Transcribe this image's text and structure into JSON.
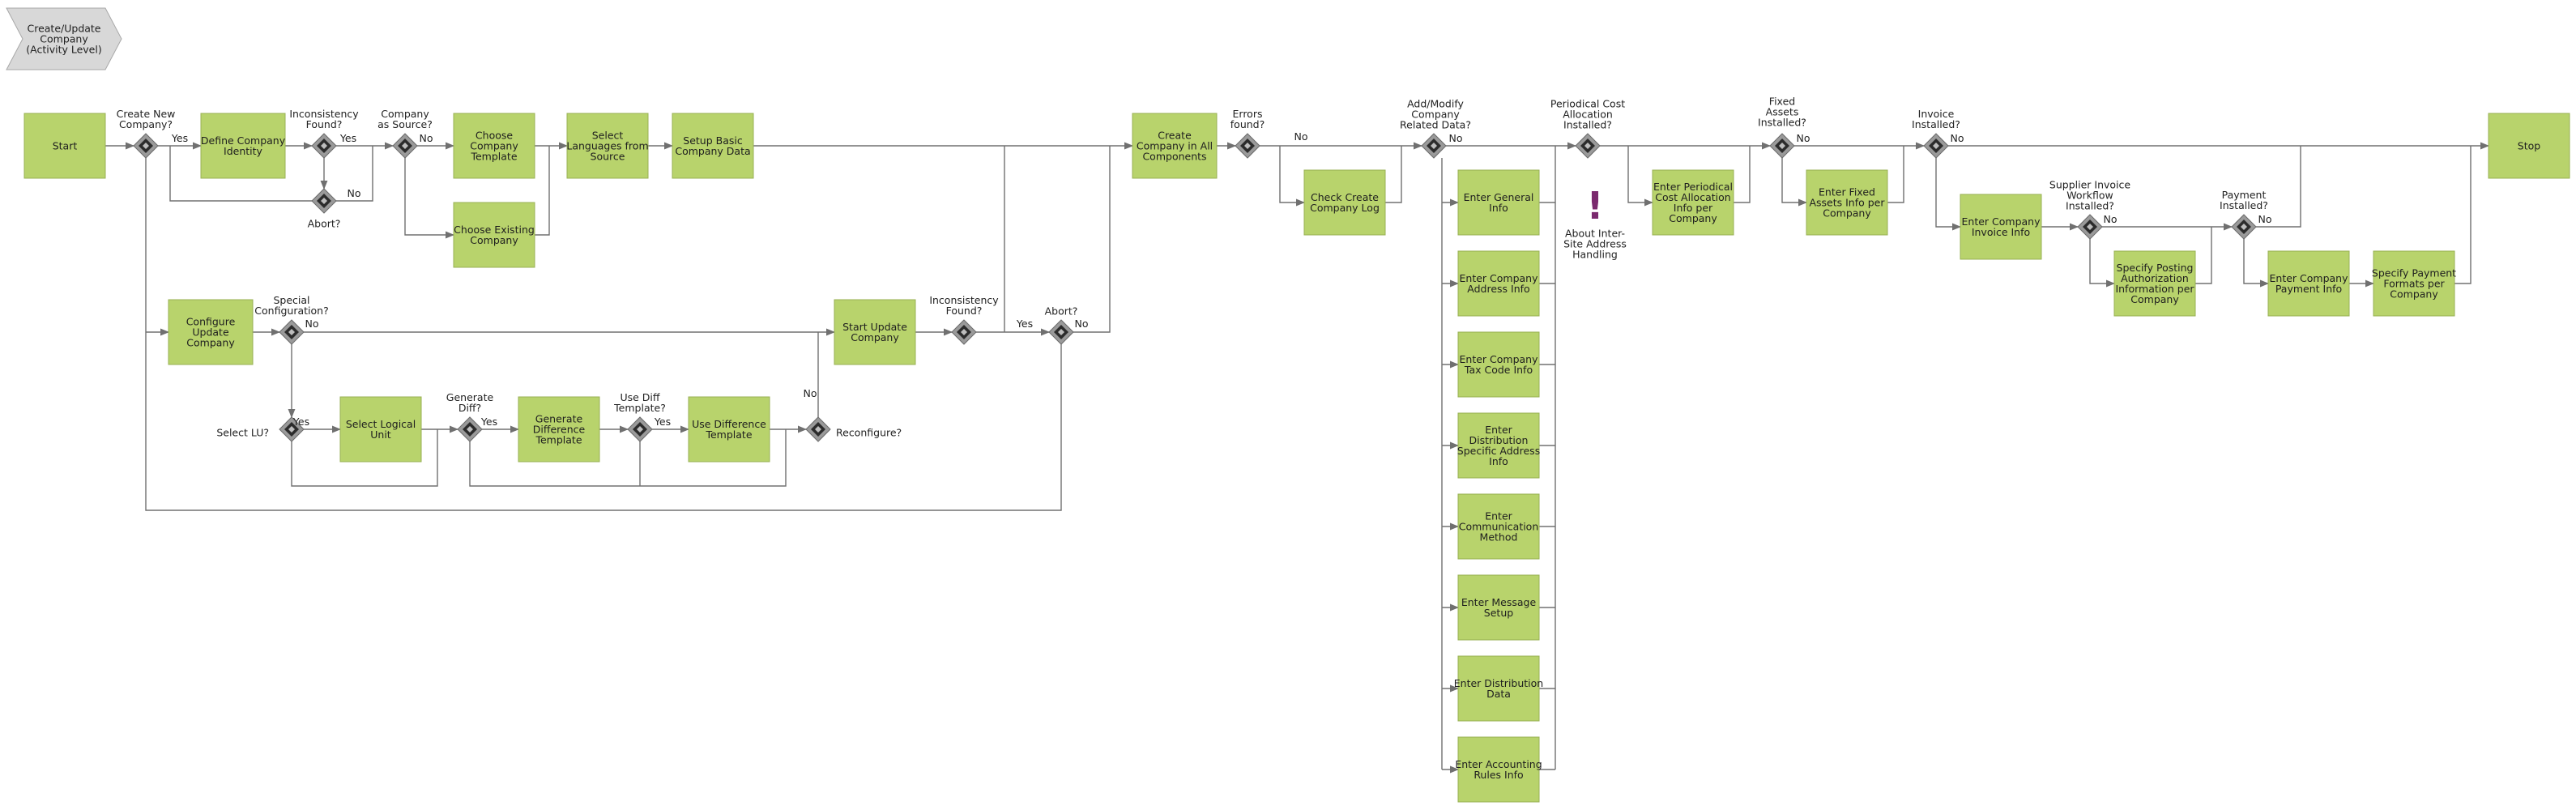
{
  "header": {
    "lines": [
      "Create/Update",
      "Company",
      "(Activity Level)"
    ]
  },
  "colors": {
    "process_fill": "#b8d36c",
    "process_stroke": "#98b054",
    "gateway_outer": "#9a9a9a",
    "gateway_inner": "#2c2c2c",
    "line": "#707070",
    "note_icon": "#7b2a6e"
  },
  "processes": {
    "start": [
      "Start"
    ],
    "define_identity": [
      "Define Company",
      "Identity"
    ],
    "choose_template": [
      "Choose",
      "Company",
      "Template"
    ],
    "select_languages": [
      "Select",
      "Languages from",
      "Source"
    ],
    "setup_basic": [
      "Setup Basic",
      "Company Data"
    ],
    "choose_existing": [
      "Choose Existing",
      "Company"
    ],
    "configure_update": [
      "Configure",
      "Update",
      "Company"
    ],
    "select_lu": [
      "Select Logical",
      "Unit"
    ],
    "generate_diff": [
      "Generate",
      "Difference",
      "Template"
    ],
    "use_diff": [
      "Use Difference",
      "Template"
    ],
    "start_update": [
      "Start Update",
      "Company"
    ],
    "create_all": [
      "Create",
      "Company in All",
      "Components"
    ],
    "check_log": [
      "Check Create",
      "Company Log"
    ],
    "general_info": [
      "Enter General",
      "Info"
    ],
    "address_info": [
      "Enter Company",
      "Address Info"
    ],
    "tax_code": [
      "Enter Company",
      "Tax Code Info"
    ],
    "distribution_address": [
      "Enter",
      "Distribution",
      "Specific Address",
      "Info"
    ],
    "communication": [
      "Enter",
      "Communication",
      "Method"
    ],
    "message_setup": [
      "Enter Message",
      "Setup"
    ],
    "distribution_data": [
      "Enter Distribution",
      "Data"
    ],
    "accounting_rules": [
      "Enter Accounting",
      "Rules Info"
    ],
    "periodical_cost": [
      "Enter Periodical",
      "Cost Allocation",
      "Info per",
      "Company"
    ],
    "fixed_assets": [
      "Enter Fixed",
      "Assets Info per",
      "Company"
    ],
    "invoice_info": [
      "Enter Company",
      "Invoice Info"
    ],
    "posting_auth": [
      "Specify Posting",
      "Authorization",
      "Information per",
      "Company"
    ],
    "payment_info": [
      "Enter Company",
      "Payment Info"
    ],
    "payment_formats": [
      "Specify Payment",
      "Formats per",
      "Company"
    ],
    "stop": [
      "Stop"
    ]
  },
  "gateways": {
    "create_new": [
      "Create New",
      "Company?"
    ],
    "inconsistency1": [
      "Inconsistency",
      "Found?"
    ],
    "abort1": [
      "Abort?"
    ],
    "company_source": [
      "Company",
      "as Source?"
    ],
    "special_config": [
      "Special",
      "Configuration?"
    ],
    "select_lu_q": [
      "Select LU?"
    ],
    "generate_diff_q": [
      "Generate",
      "Diff?"
    ],
    "use_diff_q": [
      "Use Diff",
      "Template?"
    ],
    "reconfigure": [
      "Reconfigure?"
    ],
    "inconsistency2": [
      "Inconsistency",
      "Found?"
    ],
    "abort2": [
      "Abort?"
    ],
    "errors": [
      "Errors",
      "found?"
    ],
    "add_modify": [
      "Add/Modify",
      "Company",
      "Related Data?"
    ],
    "periodical": [
      "Periodical Cost",
      "Allocation",
      "Installed?"
    ],
    "fixed_assets_q": [
      "Fixed",
      "Assets",
      "Installed?"
    ],
    "invoice_q": [
      "Invoice",
      "Installed?"
    ],
    "supplier_q": [
      "Supplier Invoice",
      "Workflow",
      "Installed?"
    ],
    "payment_q": [
      "Payment",
      "Installed?"
    ]
  },
  "flow_labels": {
    "yes": "Yes",
    "no": "No"
  },
  "note": {
    "icon": "!",
    "lines": [
      "About Inter-",
      "Site Address",
      "Handling"
    ]
  }
}
